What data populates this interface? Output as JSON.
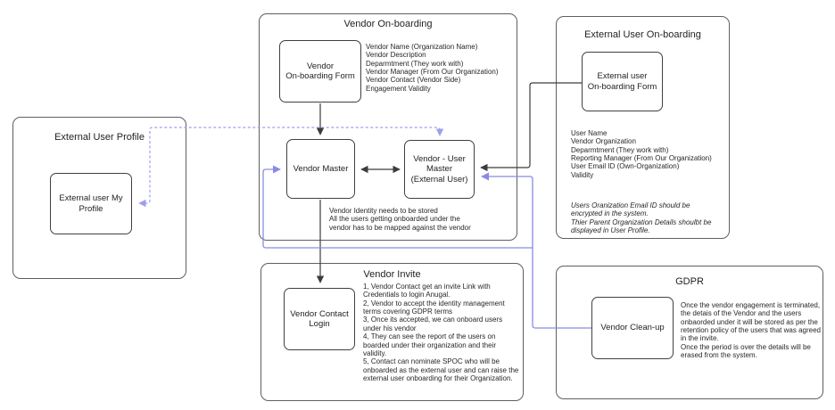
{
  "colors": {
    "line_black": "#3c3c3c",
    "line_blue": "#8a8ae4",
    "line_dashed_blue": "#9e9eef",
    "container_border": "#5f5f5f",
    "node_border": "#404040"
  },
  "groups": {
    "external_user_profile": {
      "title": "External User Profile"
    },
    "vendor_onboarding": {
      "title": "Vendor On-boarding",
      "fields": [
        "Vendor Name (Organization Name)",
        "Vendor Description",
        "Deparmtment (They work with)",
        "Vendor Manager (From Our Organization)",
        "Vendor Contact (Vendor Side)",
        "Engagement Validity"
      ],
      "note": [
        "Vendor Identity needs to be stored",
        "All the users getting onboarded under the",
        "vendor has to be mapped against the vendor"
      ]
    },
    "external_user_onboarding": {
      "title": "External User On-boarding",
      "fields": [
        "User Name",
        "Vendor Organization",
        "Deparmtment (They work with)",
        "Reporting Manager (From Our Organization)",
        "User Email ID (Own-Organization)",
        "Validity"
      ],
      "note": [
        "Users Oranization Email ID should be",
        "encrypted in the system.",
        "Thier Parent Organization Details shoulbt be",
        "displayed in User Profile."
      ]
    },
    "vendor_invite": {
      "title": "Vendor Invite",
      "steps": [
        "1, Vendor Contact get an invite Link with Credentials to login Anugal.",
        "2, Vendor to accept the identity management terms covering GDPR terms",
        "3, Once its accepted, we can onboard users under his vendor",
        "4, They can see the report of the users on boarded under their organization and their validity.",
        "5, Contact can nominate SPOC who will be onboarded as the external user and can raise the external user onboarding for their Organization."
      ]
    },
    "gdpr": {
      "title": "GDPR",
      "note": [
        "Once the vendor engagement is terminated, the detais of the Vendor and the users onbaorded under it will be stored as per the retention policy of the users that was agreed in the invite.",
        "Once the period is over the details will be erased from the system."
      ]
    }
  },
  "nodes": {
    "my_profile": [
      "External user My",
      "Profile"
    ],
    "vendor_form": [
      "Vendor",
      "On-boarding Form"
    ],
    "vendor_master": "Vendor Master",
    "vendor_user_master": [
      "Vendor - User",
      "Master",
      "(External User)"
    ],
    "ext_form": [
      "External user",
      "On-boarding Form"
    ],
    "contact_login": [
      "Vendor Contact",
      "Login"
    ],
    "cleanup": "Vendor Clean-up"
  }
}
